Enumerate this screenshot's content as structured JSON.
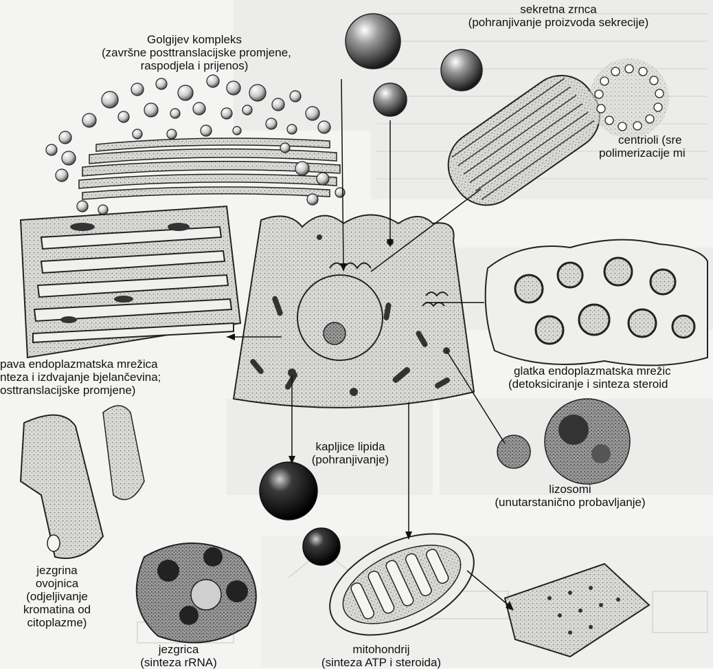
{
  "labels": {
    "golgi": {
      "line1": "Golgijev kompleks",
      "line2": "(završne posttranslacijske promjene,",
      "line3": "raspodjela i prijenos)"
    },
    "secretory": {
      "line1": "sekretna zrnca",
      "line2": "(pohranjivanje proizvoda sekrecije)"
    },
    "centriole": {
      "line1": "centrioli (sre",
      "line2": "polimerizacije mi"
    },
    "rough_er": {
      "line1": "pava endoplazmatska mrežica",
      "line2": "nteza i izdvajanje bjelančevina;",
      "line3": "osttranslacijske promjene)"
    },
    "smooth_er": {
      "line1": "glatka endoplazmatska mrežic",
      "line2": "(detoksiciranje i sinteza steroid"
    },
    "lipid": {
      "line1": "kapljice lipida",
      "line2": "(pohranjivanje)"
    },
    "lysosome": {
      "line1": "lizosomi",
      "line2": "(unutarstanično probavljanje)"
    },
    "nuclear_envelope": {
      "line1": "jezgrina",
      "line2": "ovojnica",
      "line3": "(odjeljivanje",
      "line4": "kromatina od",
      "line5": "citoplazme)"
    },
    "nucleolus": {
      "line1": "jezgrica",
      "line2": "(sinteza rRNA)"
    },
    "mitochondria": {
      "line1": "mitohondrij",
      "line2": "(sinteza ATP i steroida)"
    }
  }
}
